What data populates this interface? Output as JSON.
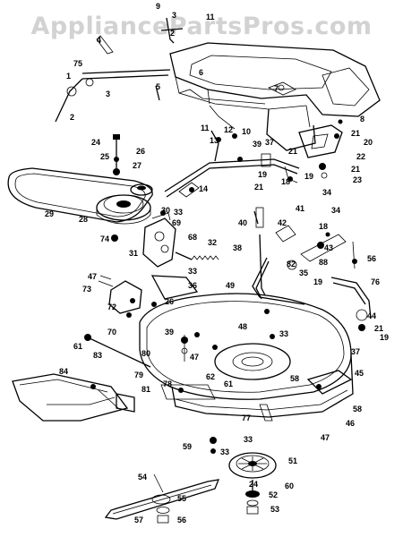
{
  "watermark": "AppliancePartsPros.com",
  "callouts": [
    {
      "id": "c9",
      "label": "9"
    },
    {
      "id": "c3a",
      "label": "3"
    },
    {
      "id": "c11",
      "label": "11"
    },
    {
      "id": "c2a",
      "label": "2"
    },
    {
      "id": "c4",
      "label": "4"
    },
    {
      "id": "c75",
      "label": "75"
    },
    {
      "id": "c1",
      "label": "1"
    },
    {
      "id": "c3b",
      "label": "3"
    },
    {
      "id": "c2b",
      "label": "2"
    },
    {
      "id": "c5",
      "label": "5"
    },
    {
      "id": "c6",
      "label": "6"
    },
    {
      "id": "c7",
      "label": "7"
    },
    {
      "id": "c8",
      "label": "8"
    },
    {
      "id": "c20",
      "label": "20"
    },
    {
      "id": "c21a",
      "label": "21"
    },
    {
      "id": "c22",
      "label": "22"
    },
    {
      "id": "c21b",
      "label": "21"
    },
    {
      "id": "c23",
      "label": "23"
    },
    {
      "id": "c11b",
      "label": "11"
    },
    {
      "id": "c13",
      "label": "13"
    },
    {
      "id": "c12",
      "label": "12"
    },
    {
      "id": "c10",
      "label": "10"
    },
    {
      "id": "c39a",
      "label": "39"
    },
    {
      "id": "c37a",
      "label": "37"
    },
    {
      "id": "c21c",
      "label": "21"
    },
    {
      "id": "c24a",
      "label": "24"
    },
    {
      "id": "c26",
      "label": "26"
    },
    {
      "id": "c25",
      "label": "25"
    },
    {
      "id": "c27",
      "label": "27"
    },
    {
      "id": "c14",
      "label": "14"
    },
    {
      "id": "c19a",
      "label": "19"
    },
    {
      "id": "c19b",
      "label": "19"
    },
    {
      "id": "c18a",
      "label": "18"
    },
    {
      "id": "c21d",
      "label": "21"
    },
    {
      "id": "c34a",
      "label": "34"
    },
    {
      "id": "c34b",
      "label": "34"
    },
    {
      "id": "c29",
      "label": "29"
    },
    {
      "id": "c28",
      "label": "28"
    },
    {
      "id": "c30",
      "label": "30"
    },
    {
      "id": "c33a",
      "label": "33"
    },
    {
      "id": "c69",
      "label": "69"
    },
    {
      "id": "c68",
      "label": "68"
    },
    {
      "id": "c40",
      "label": "40"
    },
    {
      "id": "c42",
      "label": "42"
    },
    {
      "id": "c41",
      "label": "41"
    },
    {
      "id": "c18b",
      "label": "18"
    },
    {
      "id": "c74",
      "label": "74"
    },
    {
      "id": "c31",
      "label": "31"
    },
    {
      "id": "c32",
      "label": "32"
    },
    {
      "id": "c38",
      "label": "38"
    },
    {
      "id": "c43",
      "label": "43"
    },
    {
      "id": "c88",
      "label": "88"
    },
    {
      "id": "c56",
      "label": "56"
    },
    {
      "id": "c47a",
      "label": "47"
    },
    {
      "id": "c33b",
      "label": "33"
    },
    {
      "id": "c82",
      "label": "82"
    },
    {
      "id": "c35",
      "label": "35"
    },
    {
      "id": "c36",
      "label": "36"
    },
    {
      "id": "c19c",
      "label": "19"
    },
    {
      "id": "c73",
      "label": "73"
    },
    {
      "id": "c49",
      "label": "49"
    },
    {
      "id": "c76",
      "label": "76"
    },
    {
      "id": "c72",
      "label": "72"
    },
    {
      "id": "c26b",
      "label": "26"
    },
    {
      "id": "c70",
      "label": "70"
    },
    {
      "id": "c44",
      "label": "44"
    },
    {
      "id": "c21e",
      "label": "21"
    },
    {
      "id": "c19d",
      "label": "19"
    },
    {
      "id": "c39b",
      "label": "39"
    },
    {
      "id": "c48",
      "label": "48"
    },
    {
      "id": "c33c",
      "label": "33"
    },
    {
      "id": "c61a",
      "label": "61"
    },
    {
      "id": "c83",
      "label": "83"
    },
    {
      "id": "c80",
      "label": "80"
    },
    {
      "id": "c47b",
      "label": "47"
    },
    {
      "id": "c37b",
      "label": "37"
    },
    {
      "id": "c45",
      "label": "45"
    },
    {
      "id": "c84",
      "label": "84"
    },
    {
      "id": "c79",
      "label": "79"
    },
    {
      "id": "c78",
      "label": "78"
    },
    {
      "id": "c62",
      "label": "62"
    },
    {
      "id": "c61b",
      "label": "61"
    },
    {
      "id": "c58a",
      "label": "58"
    },
    {
      "id": "c81",
      "label": "81"
    },
    {
      "id": "c77",
      "label": "77"
    },
    {
      "id": "c58b",
      "label": "58"
    },
    {
      "id": "c46",
      "label": "46"
    },
    {
      "id": "c47c",
      "label": "47"
    },
    {
      "id": "c33d",
      "label": "33"
    },
    {
      "id": "c59",
      "label": "59"
    },
    {
      "id": "c33e",
      "label": "33"
    },
    {
      "id": "c51",
      "label": "51"
    },
    {
      "id": "c54",
      "label": "54"
    },
    {
      "id": "c24b",
      "label": "24"
    },
    {
      "id": "c60",
      "label": "60"
    },
    {
      "id": "c52",
      "label": "52"
    },
    {
      "id": "c55",
      "label": "55"
    },
    {
      "id": "c53",
      "label": "53"
    },
    {
      "id": "c57",
      "label": "57"
    },
    {
      "id": "c56b",
      "label": "56"
    }
  ]
}
